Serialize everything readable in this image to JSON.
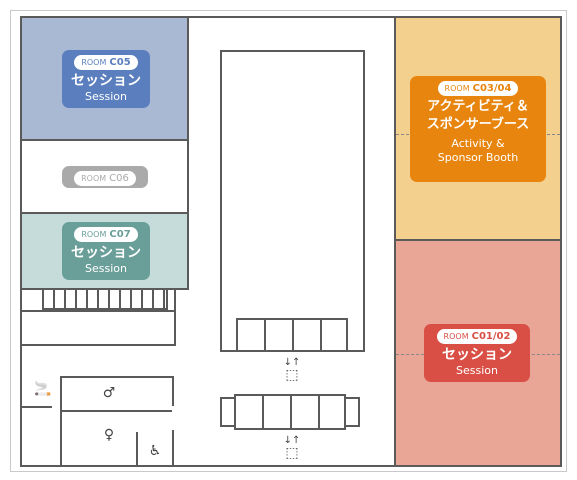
{
  "rooms": {
    "c05": {
      "prefix": "ROOM",
      "code": "C05",
      "name_jp": "セッション",
      "name_en": "Session",
      "color": "#5b7fbe",
      "fill": "#aab9d3"
    },
    "c06": {
      "prefix": "ROOM",
      "code": "C06",
      "color": "#aaaaaa",
      "fill": "#ffffff"
    },
    "c07": {
      "prefix": "ROOM",
      "code": "C07",
      "name_jp": "セッション",
      "name_en": "Session",
      "color": "#6a9f99",
      "fill": "#c5dcdb"
    },
    "c0304": {
      "prefix": "ROOM",
      "code": "C03/04",
      "name_jp_1": "アクティビティ＆",
      "name_jp_2": "スポンサーブース",
      "name_en_1": "Activity &",
      "name_en_2": "Sponsor Booth",
      "color": "#e8850f",
      "fill": "#f4d08f"
    },
    "c0102": {
      "prefix": "ROOM",
      "code": "C01/02",
      "name_jp": "セッション",
      "name_en": "Session",
      "color": "#d94f45",
      "fill": "#e9a596"
    }
  },
  "icons": {
    "elevator_1": "elevator-icon",
    "elevator_2": "elevator-icon",
    "smoking": "smoking-icon",
    "male_restroom": "male-restroom-icon",
    "female_restroom": "female-restroom-icon",
    "accessible": "wheelchair-icon"
  },
  "glyphs": {
    "arrows": "↓↑",
    "elevator": "⬚",
    "smoking": "🚬",
    "male": "♂",
    "female": "♀",
    "wheelchair": "♿"
  }
}
